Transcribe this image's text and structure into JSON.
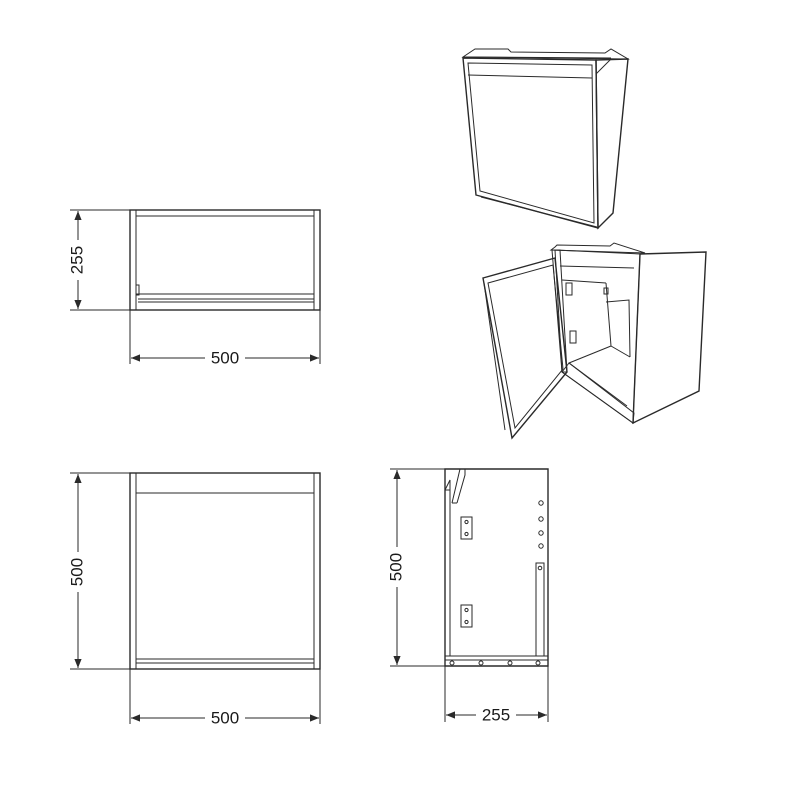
{
  "views": {
    "top": {
      "width_label": "500",
      "depth_label": "255"
    },
    "front": {
      "width_label": "500",
      "height_label": "500"
    },
    "side": {
      "depth_label": "255",
      "height_label": "500"
    }
  }
}
